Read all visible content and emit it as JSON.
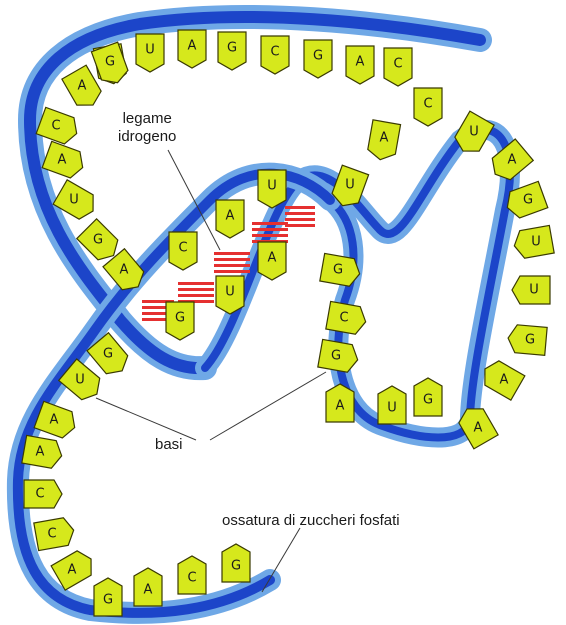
{
  "labels": {
    "hydrogen_bond_line1": "legame",
    "hydrogen_bond_line2": "idrogeno",
    "bases": "basi",
    "backbone": "ossatura di zuccheri fosfati"
  },
  "colors": {
    "backbone_dark": "#1c45c9",
    "backbone_light": "#6fa8e6",
    "base_fill": "#d6e81c",
    "base_stroke": "#3a3a00",
    "hbond": "#e53030",
    "leader_line": "#3a3a3a"
  },
  "bases": {
    "top_strand": [
      "G",
      "U",
      "A",
      "G",
      "C",
      "G",
      "A",
      "C"
    ],
    "left_arc": [
      "A",
      "G",
      "C",
      "A",
      "U",
      "G",
      "A"
    ],
    "pair_strand_upper": [
      "C",
      "A",
      "U"
    ],
    "pair_strand_lower": [
      "G",
      "U",
      "A"
    ],
    "loop_upper": [
      "U",
      "A",
      "C",
      "U",
      "A"
    ],
    "loop_right": [
      "G",
      "U",
      "U",
      "G",
      "A",
      "A"
    ],
    "loop_inner_left": [
      "G",
      "C",
      "G"
    ],
    "loop_bottom": [
      "A",
      "U",
      "G"
    ],
    "lower_left": [
      "G",
      "U",
      "A",
      "A",
      "C",
      "C",
      "A"
    ],
    "bottom_tail": [
      "G",
      "A",
      "C",
      "G"
    ]
  }
}
